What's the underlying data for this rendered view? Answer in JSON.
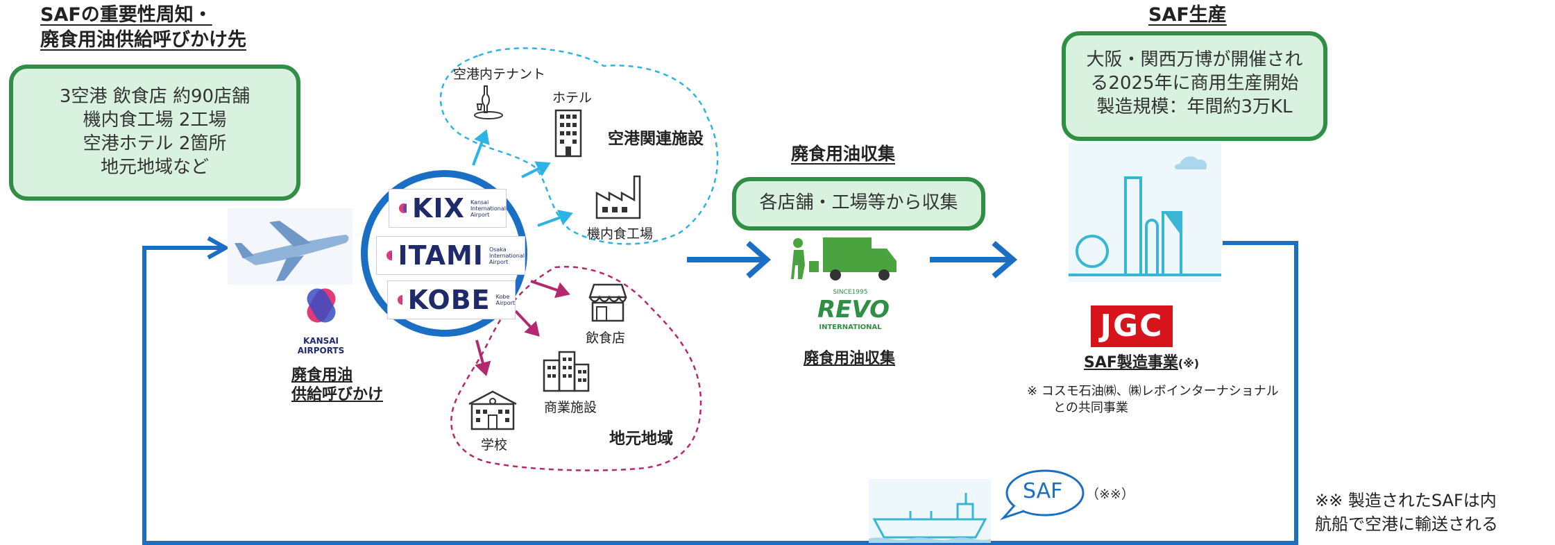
{
  "heading_left": [
    "SAFの重要性周知・",
    "廃食用油供給呼びかけ先"
  ],
  "left_box": [
    "3空港 飲食店 約90店舗",
    "機内食工場 2工場",
    "空港ホテル 2箇所",
    "地元地域など"
  ],
  "kansai_logo": "KANSAI AIRPORTS",
  "kansai_caption": [
    "廃食用油",
    "供給呼びかけ"
  ],
  "airports": [
    {
      "name": "KIX",
      "sub": "Kansai International Airport"
    },
    {
      "name": "ITAMI",
      "sub": "Osaka International Airport"
    },
    {
      "name": "KOBE",
      "sub": "Kobe Airport"
    }
  ],
  "airport_facilities": {
    "group_label": "空港関連施設",
    "items": [
      "空港内テナント",
      "ホテル",
      "機内食工場"
    ]
  },
  "local_area": {
    "group_label": "地元地域",
    "items": [
      "飲食店",
      "商業施設",
      "学校"
    ]
  },
  "collection": {
    "heading": "廃食用油収集",
    "box": "各店舗・工場等から収集",
    "logo_top": "SINCE1995",
    "logo_name": "REVO",
    "logo_bottom": "INTERNATIONAL",
    "caption": "廃食用油収集"
  },
  "production": {
    "heading": "SAF生産",
    "box": [
      "大阪・関西万博が開催され",
      "る2025年に商用生産開始",
      "製造規模：年間約3万KL"
    ],
    "jgc_logo": "JGC",
    "caption": "SAF製造事業",
    "caption_mark": "(※)",
    "note": [
      "※ コスモ石油㈱、㈱レボインターナショナル",
      "との共同事業"
    ]
  },
  "shipping": {
    "bubble": "SAF",
    "mark": "（※※）",
    "note": [
      "※※ 製造されたSAFは内",
      "航船で空港に輸送される"
    ]
  },
  "colors": {
    "flow_blue": "#1a6fc4",
    "cyan": "#2bb3e6",
    "magenta": "#b3286e",
    "green": "#2f8f45",
    "green_fill": "#d9f1df",
    "jgc_red": "#d7131b"
  }
}
